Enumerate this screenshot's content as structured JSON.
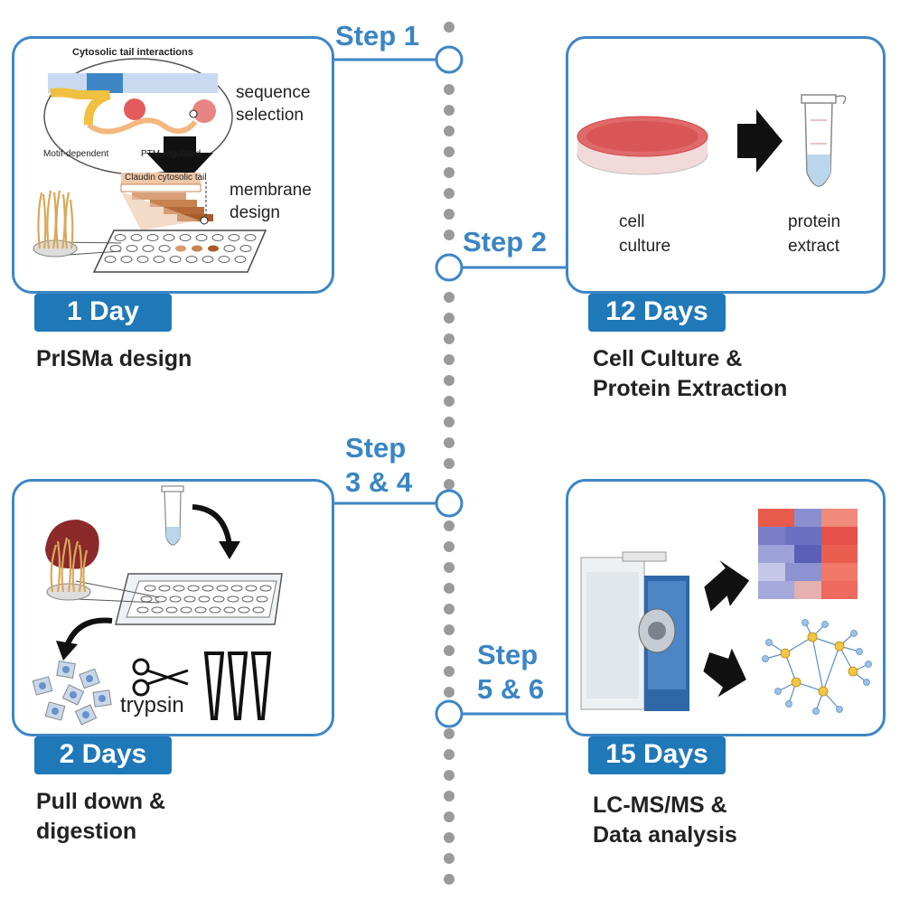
{
  "steps": {
    "step1": "Step 1",
    "step2": "Step 2",
    "step34_line1": "Step",
    "step34_line2": "3 & 4",
    "step56_line1": "Step",
    "step56_line2": "5 & 6"
  },
  "panel1": {
    "inset_title": "Cytosolic tail interactions",
    "motif_label": "Motif-dependent",
    "ptm_label": "PTM-regulated",
    "seq_line1": "sequence",
    "seq_line2": "selection",
    "claudin_label": "Claudin cytosolic tail",
    "mem_line1": "membrane",
    "mem_line2": "design",
    "duration": "1 Day",
    "caption": "PrISMa design"
  },
  "panel2": {
    "cell_line1": "cell",
    "cell_line2": "culture",
    "protein_line1": "protein",
    "protein_line2": "extract",
    "duration": "12 Days",
    "caption_line1": "Cell Culture &",
    "caption_line2": "Protein Extraction"
  },
  "panel3": {
    "trypsin": "trypsin",
    "duration": "2 Days",
    "caption_line1": "Pull down &",
    "caption_line2": "digestion"
  },
  "panel4": {
    "duration": "15 Days",
    "caption_line1": "LC-MS/MS &",
    "caption_line2": "Data analysis"
  },
  "colors": {
    "accent": "#3d86c6",
    "tag": "#1f78b8",
    "timeline_dot": "#9a9a9a"
  }
}
